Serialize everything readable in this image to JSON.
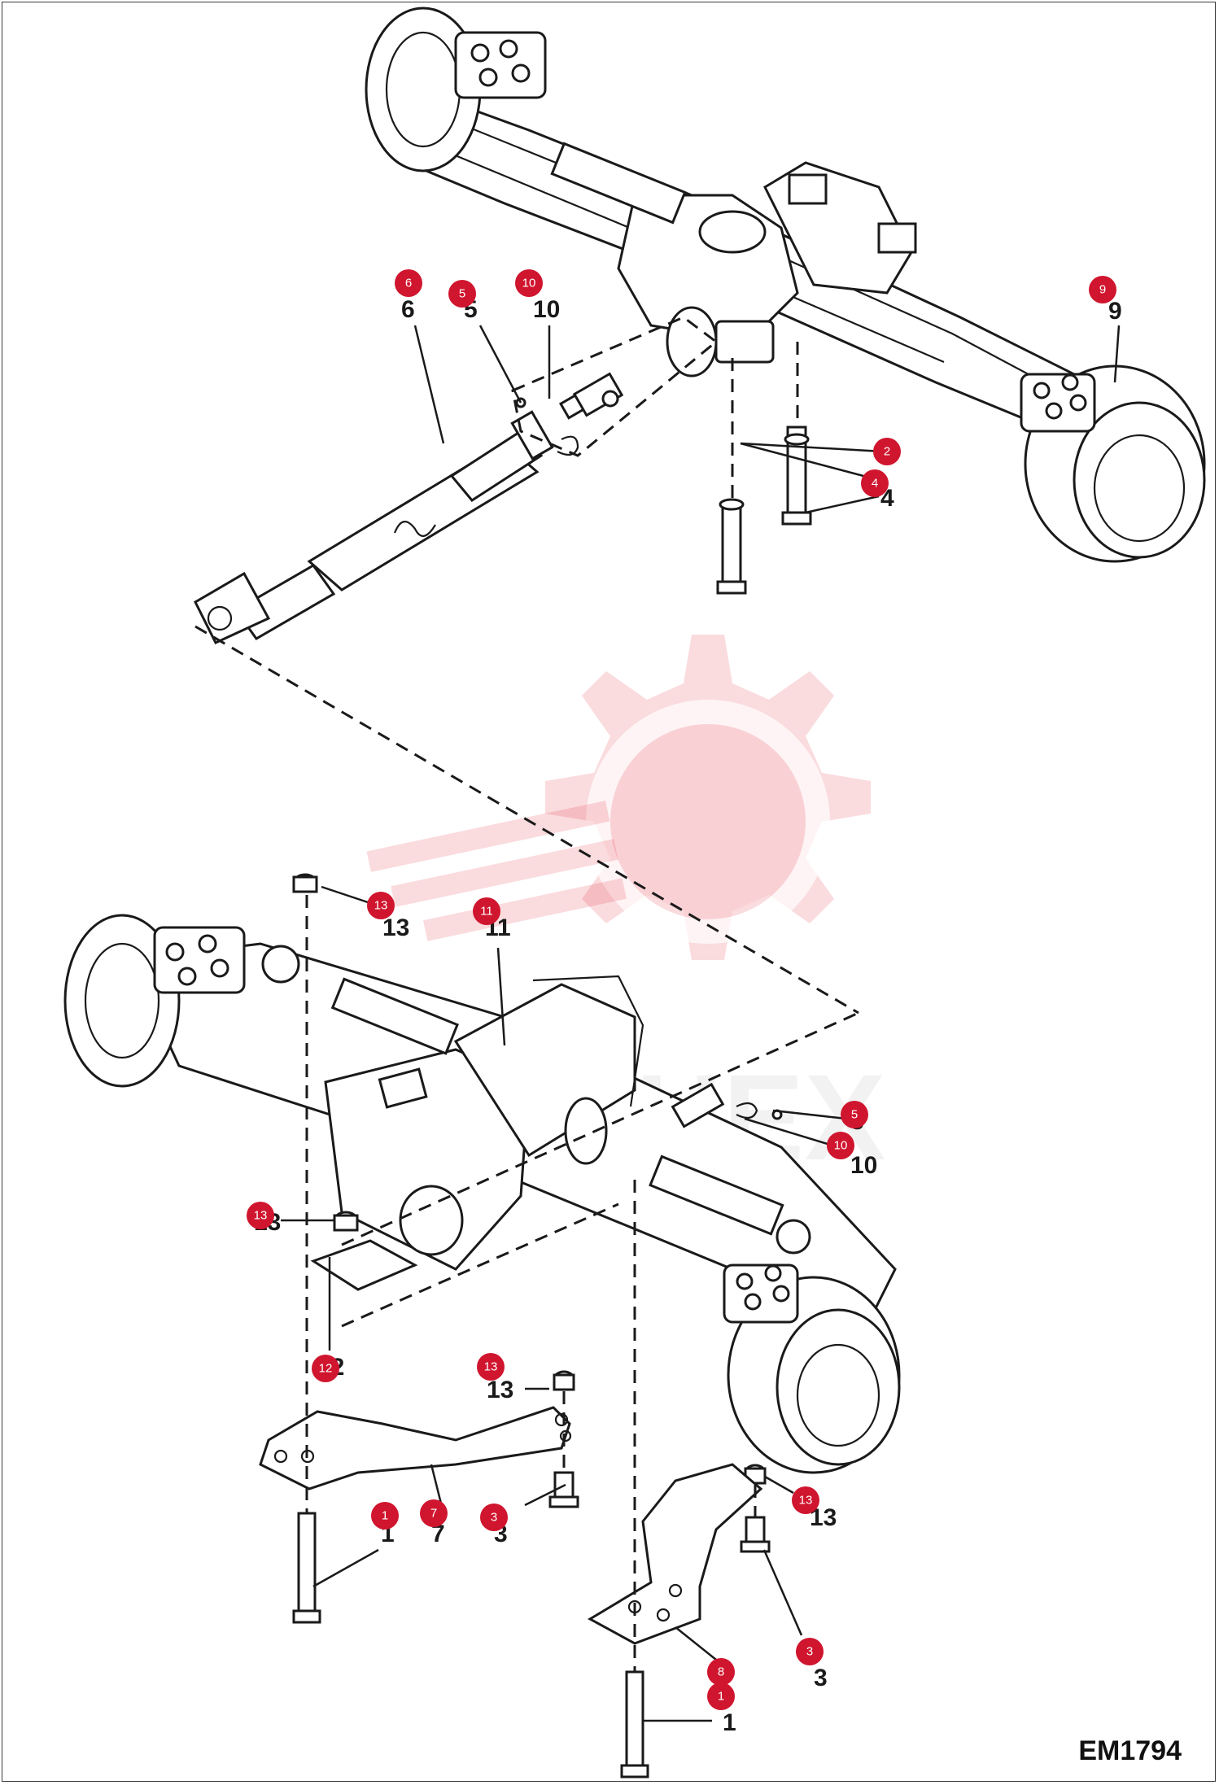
{
  "diagram": {
    "code": "EM1794",
    "watermark": "MPHEX",
    "callouts": {
      "c1a": "1",
      "c1b": "1",
      "c2": "2",
      "c3a": "3",
      "c3b": "3",
      "c4": "4",
      "c5a": "5",
      "c5b": "5",
      "c6": "6",
      "c7": "7",
      "c8": "8",
      "c9": "9",
      "c10a": "10",
      "c10b": "10",
      "c11": "11",
      "c12": "12",
      "c13a": "13",
      "c13b": "13",
      "c13c": "13",
      "c13d": "13"
    },
    "labels": {
      "l6": "6",
      "l5a": "5",
      "l10a": "10",
      "l9": "9",
      "l4": "4",
      "l13a": "13",
      "l11": "11",
      "l5b": "5",
      "l10b": "10",
      "l13b": "13",
      "l12": "12",
      "l13c": "13",
      "l1a": "1",
      "l7": "7",
      "l3a": "3",
      "l13d": "13",
      "l3b": "3",
      "l1b": "1"
    },
    "colors": {
      "badge": "#d0152e",
      "line": "#1a1a1a",
      "watermark": "#e02030"
    }
  }
}
